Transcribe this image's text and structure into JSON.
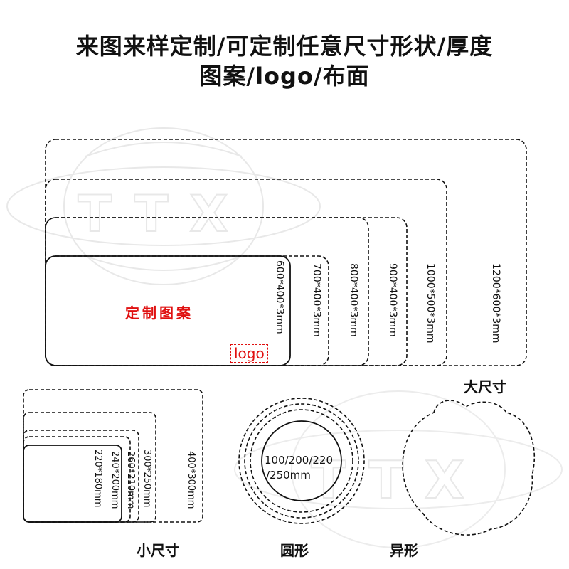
{
  "header": {
    "line1": "来图来样定制/可定制任意尺寸形状/厚度",
    "line2": "图案/logo/布面"
  },
  "large_sizes": {
    "caption": "大尺寸",
    "labels": [
      "600*400*3mm",
      "700*400*3mm",
      "800*400*3mm",
      "900*400*3mm",
      "1000*500*3mm",
      "1200*600*3mm"
    ],
    "custom_pattern": "定制图案",
    "logo": "logo"
  },
  "small_sizes": {
    "caption": "小尺寸",
    "labels": [
      "220*180mm",
      "240*200mm",
      "260*210mm",
      "300*250mm",
      "400*300mm"
    ]
  },
  "round": {
    "caption": "圆形",
    "line1": "100/200/220",
    "line2": "/250mm"
  },
  "irregular": {
    "caption": "异形"
  },
  "watermark": "TTX",
  "colors": {
    "accent": "#e01010",
    "line": "#111111",
    "watermark": "#e6e6e6"
  }
}
